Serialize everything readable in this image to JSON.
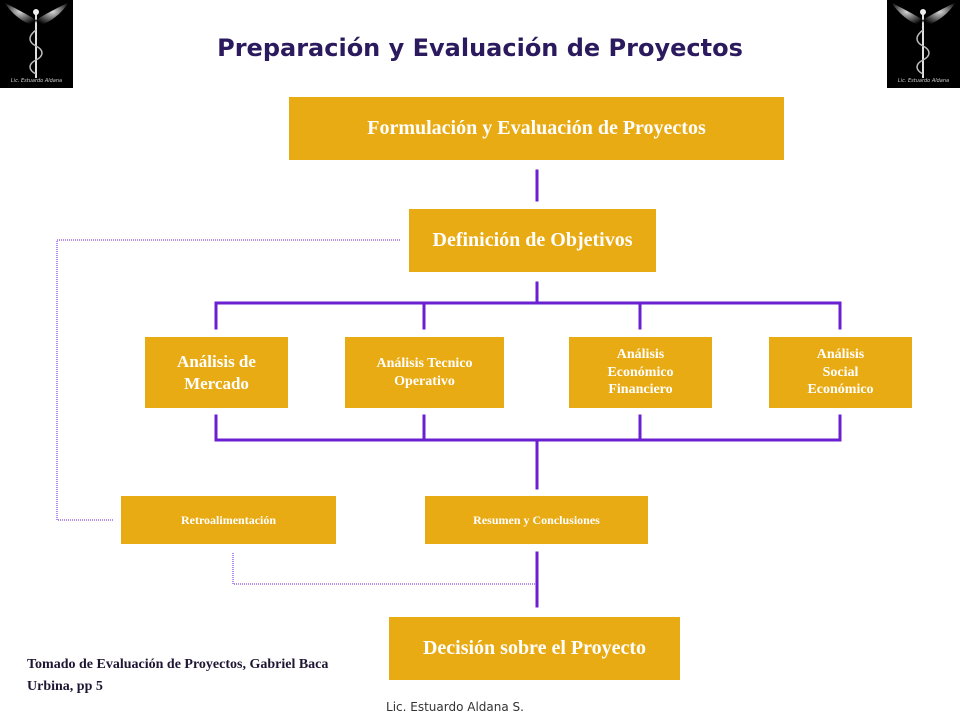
{
  "title": "Preparación y Evaluación de Proyectos",
  "logo_caption": "Lic. Estuardo Aldana",
  "boxes": {
    "formulacion": "Formulación y Evaluación de Proyectos",
    "definicion": "Definición de Objetivos",
    "mercado": "Análisis de Mercado",
    "tecnico": "Análisis Tecnico Operativo",
    "economico": "Análisis Económico Financiero",
    "social": "Análisis Social Económico",
    "retro": "Retroalimentación",
    "resumen": "Resumen y Conclusiones",
    "decision": "Decisión sobre el Proyecto"
  },
  "source_note": "Tomado de Evaluación de Proyectos, Gabriel Baca Urbina, pp 5",
  "footer": "Lic. Estuardo Aldana S.",
  "colors": {
    "box": "#e8ab14",
    "connector": "#6a1fd0",
    "title": "#2b1a5e"
  }
}
